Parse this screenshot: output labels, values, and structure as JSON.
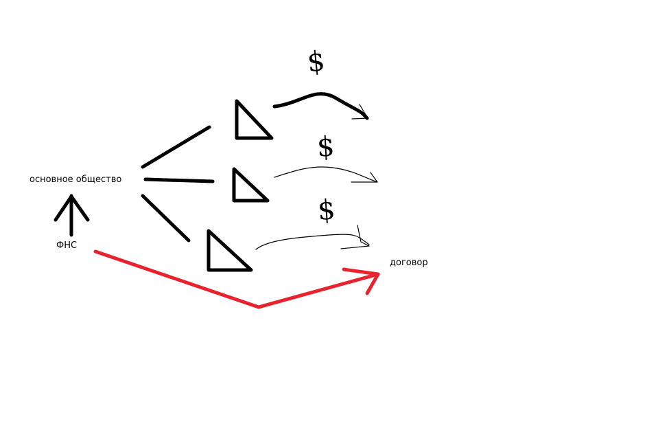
{
  "labels": {
    "main_company": "основное общество",
    "fns": "ФНС",
    "contract": "договор",
    "dollar": "$"
  },
  "colors": {
    "ink": "#000000",
    "accent": "#e8232d",
    "background": "#ffffff"
  }
}
